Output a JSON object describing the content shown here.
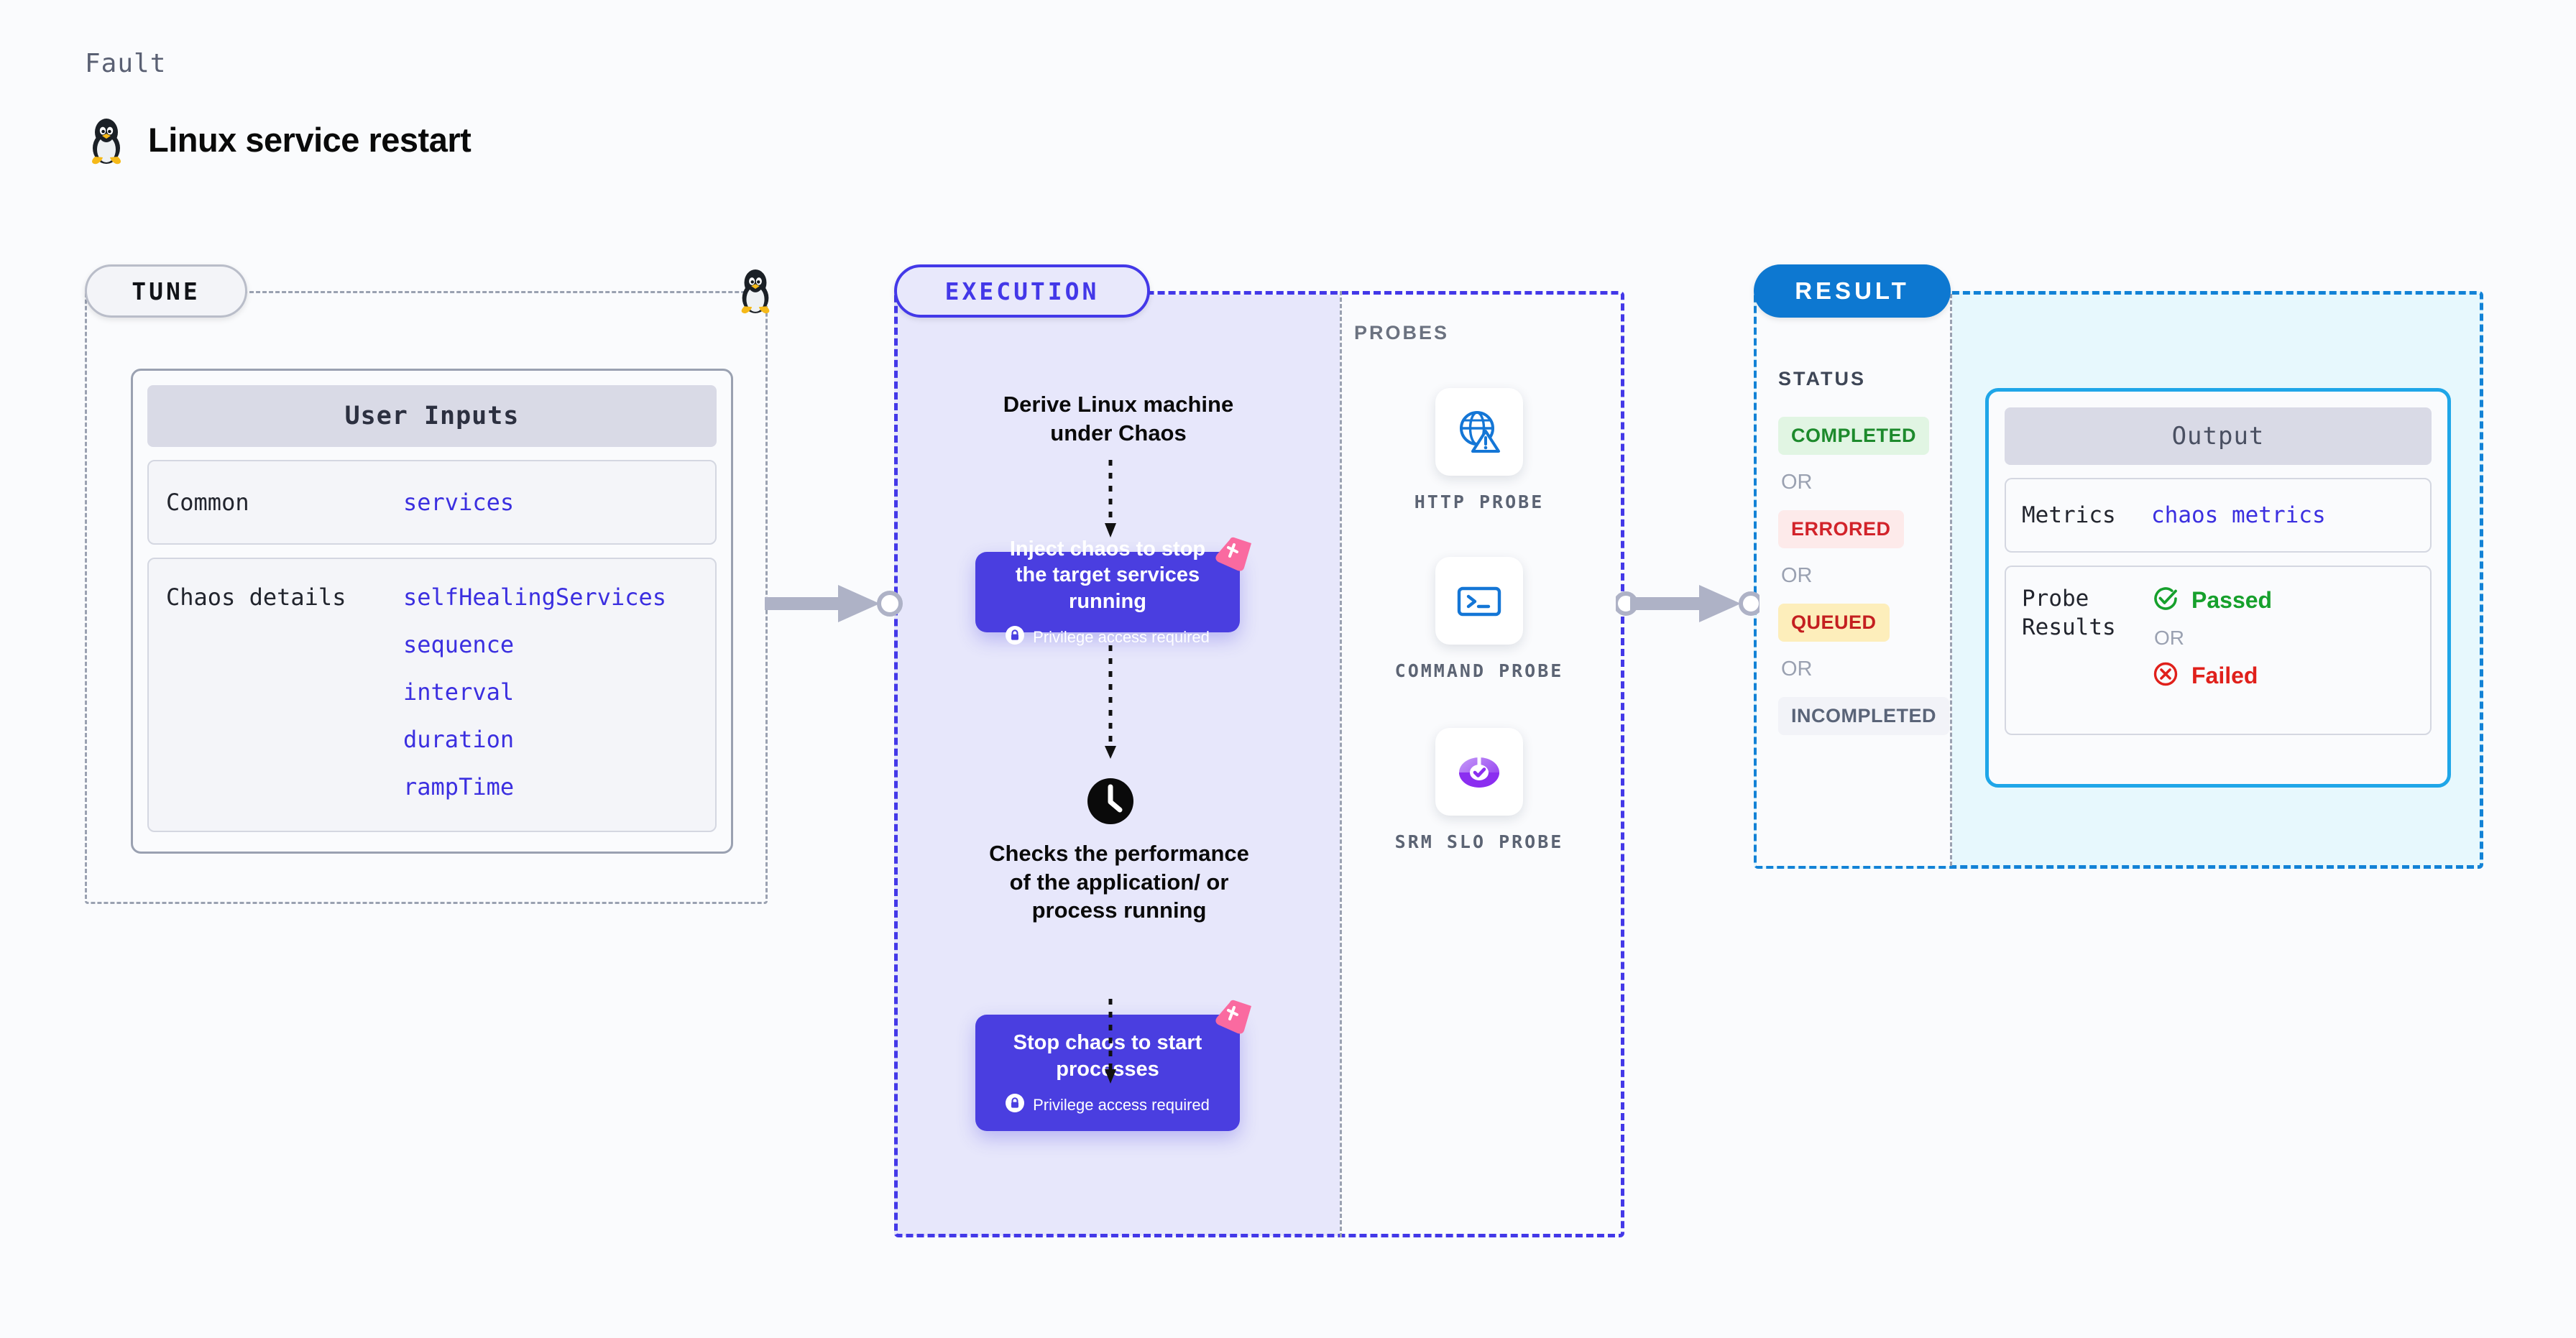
{
  "header": {
    "eyebrow": "Fault",
    "title": "Linux service restart",
    "icon": "linux-tux-icon"
  },
  "tune": {
    "pill_label": "TUNE",
    "corner_icon": "linux-tux-icon",
    "card": {
      "header": "User Inputs",
      "rows": [
        {
          "label": "Common",
          "values": [
            "services"
          ]
        },
        {
          "label": "Chaos details",
          "values": [
            "selfHealingServices",
            "sequence",
            "interval",
            "duration",
            "rampTime"
          ]
        }
      ]
    }
  },
  "execution": {
    "pill_label": "EXECUTION",
    "steps": [
      {
        "type": "text",
        "text": "Derive Linux machine under Chaos"
      },
      {
        "type": "chaos-box",
        "title": "Inject chaos to stop the target services running",
        "privilege": "Privilege access required",
        "badge_icon": "lock-icon",
        "ribbon_icon": "harness-ribbon-icon"
      },
      {
        "type": "clock",
        "icon": "clock-icon",
        "text": "Checks the performance of the application/ or process running"
      },
      {
        "type": "chaos-box",
        "title": "Stop chaos to start processes",
        "privilege": "Privilege access required",
        "badge_icon": "lock-icon",
        "ribbon_icon": "harness-ribbon-icon"
      }
    ]
  },
  "probes": {
    "label": "PROBES",
    "items": [
      {
        "name": "HTTP PROBE",
        "icon": "globe-warning-icon"
      },
      {
        "name": "COMMAND PROBE",
        "icon": "terminal-icon"
      },
      {
        "name": "SRM SLO PROBE",
        "icon": "slo-donut-check-icon"
      }
    ]
  },
  "result": {
    "pill_label": "RESULT",
    "status_title": "STATUS",
    "or_label": "OR",
    "statuses": [
      {
        "label": "COMPLETED",
        "class": "b-completed"
      },
      {
        "label": "ERRORED",
        "class": "b-errored"
      },
      {
        "label": "QUEUED",
        "class": "b-queued"
      },
      {
        "label": "INCOMPLETED",
        "class": "b-incomplete"
      }
    ],
    "output": {
      "header": "Output",
      "metrics_label": "Metrics",
      "metrics_value": "chaos metrics",
      "probe_results_label": "Probe Results",
      "passed_label": "Passed",
      "failed_label": "Failed",
      "or_label": "OR",
      "passed_icon": "check-circle-icon",
      "failed_icon": "x-circle-icon"
    }
  },
  "colors": {
    "indigo": "#4338e8",
    "chaos_box": "#4a3ee0",
    "result_blue": "#0d78d1",
    "output_border": "#1fa6e8",
    "mono_value": "#3b2fe0",
    "ribbon_pink": "#fa6aa0",
    "passed_green": "#16a02c",
    "failed_red": "#e0201b"
  }
}
